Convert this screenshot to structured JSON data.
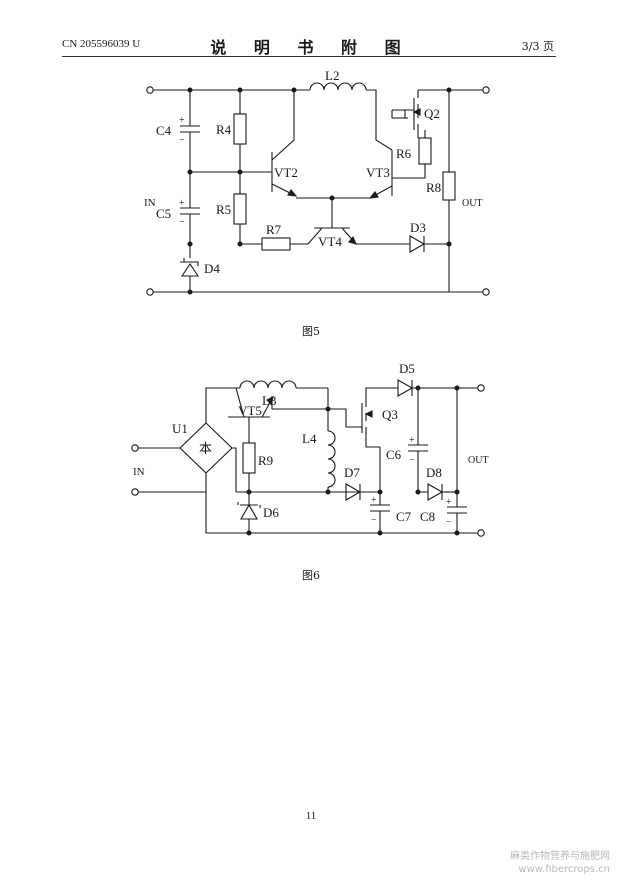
{
  "header": {
    "patent_number": "CN 205596039 U",
    "title": "说 明 书 附 图",
    "page": "3/3 页"
  },
  "figure5": {
    "caption": "图5",
    "labels": {
      "L2": "L2",
      "Q2": "Q2",
      "C4": "C4",
      "R4": "R4",
      "R6": "R6",
      "VT2": "VT2",
      "VT3": "VT3",
      "R8": "R8",
      "IN": "IN",
      "OUT": "OUT",
      "C5": "C5",
      "R5": "R5",
      "R7": "R7",
      "VT4": "VT4",
      "D3": "D3",
      "D4": "D4",
      "plus": "+",
      "minus": "−"
    }
  },
  "figure6": {
    "caption": "图6",
    "labels": {
      "D5": "D5",
      "L3": "L3",
      "VT5": "VT5",
      "Q3": "Q3",
      "U1": "U1",
      "L4": "L4",
      "C6": "C6",
      "R9": "R9",
      "D8": "D8",
      "IN": "IN",
      "OUT": "OUT",
      "D7": "D7",
      "D6": "D6",
      "C7": "C7",
      "C8": "C8",
      "bridge": "本",
      "plus": "+",
      "minus": "−"
    }
  },
  "page_number": "11",
  "watermark": {
    "line1": "麻类作物营养与施肥网",
    "line2": "www.fibercrops.cn"
  }
}
